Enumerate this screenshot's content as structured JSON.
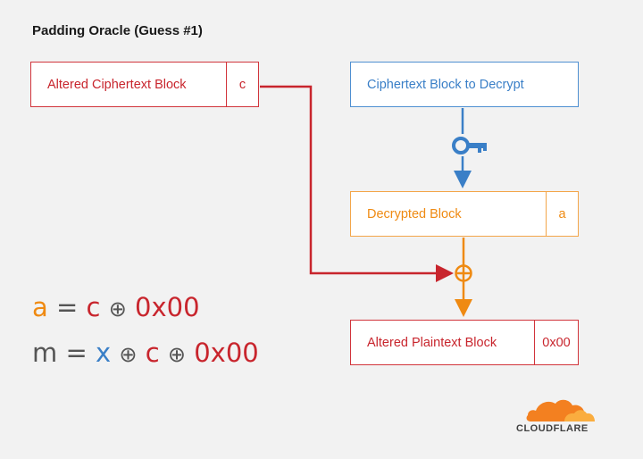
{
  "title": "Padding Oracle (Guess #1)",
  "boxes": {
    "altered_ciphertext": {
      "label": "Altered Ciphertext Block",
      "cell": "c"
    },
    "ciphertext_to_decrypt": {
      "label": "Ciphertext Block to Decrypt"
    },
    "decrypted": {
      "label": "Decrypted Block",
      "cell": "a"
    },
    "altered_plaintext": {
      "label": "Altered Plaintext Block",
      "cell": "0x00"
    }
  },
  "equations": {
    "eq1": {
      "a": "a",
      "eq": "=",
      "c": "c",
      "xor": "⊕",
      "zero": "0x00"
    },
    "eq2": {
      "m": "m",
      "eq": "=",
      "x": "x",
      "xor1": "⊕",
      "c": "c",
      "xor2": "⊕",
      "zero": "0x00"
    }
  },
  "logo": {
    "text": "CLOUDFLARE"
  },
  "icons": {
    "key": "key-icon",
    "xor": "xor-icon"
  },
  "colors": {
    "red": "#c8252d",
    "blue": "#3a7fc7",
    "orange": "#ef8a12",
    "gray": "#555555"
  }
}
